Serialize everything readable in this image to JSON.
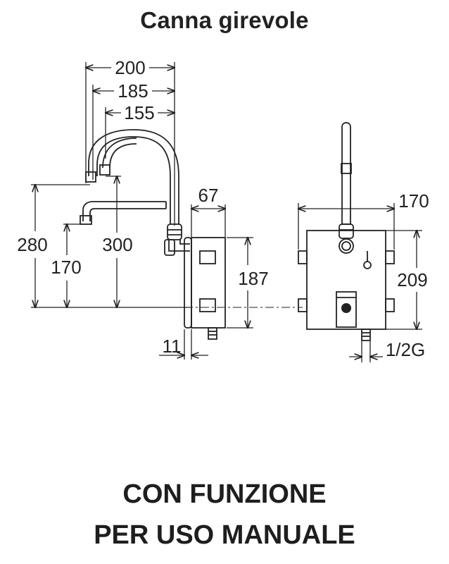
{
  "title": "Canna girevole",
  "dimensions": {
    "d200": "200",
    "d185": "185",
    "d155": "155",
    "d67": "67",
    "d170_top": "170",
    "d280": "280",
    "d300": "300",
    "d170_left": "170",
    "d187": "187",
    "d209": "209",
    "d11": "11",
    "d12g": "1/2G"
  },
  "footer": {
    "line1": "CON FUNZIONE",
    "line2": "PER USO MANUALE"
  }
}
